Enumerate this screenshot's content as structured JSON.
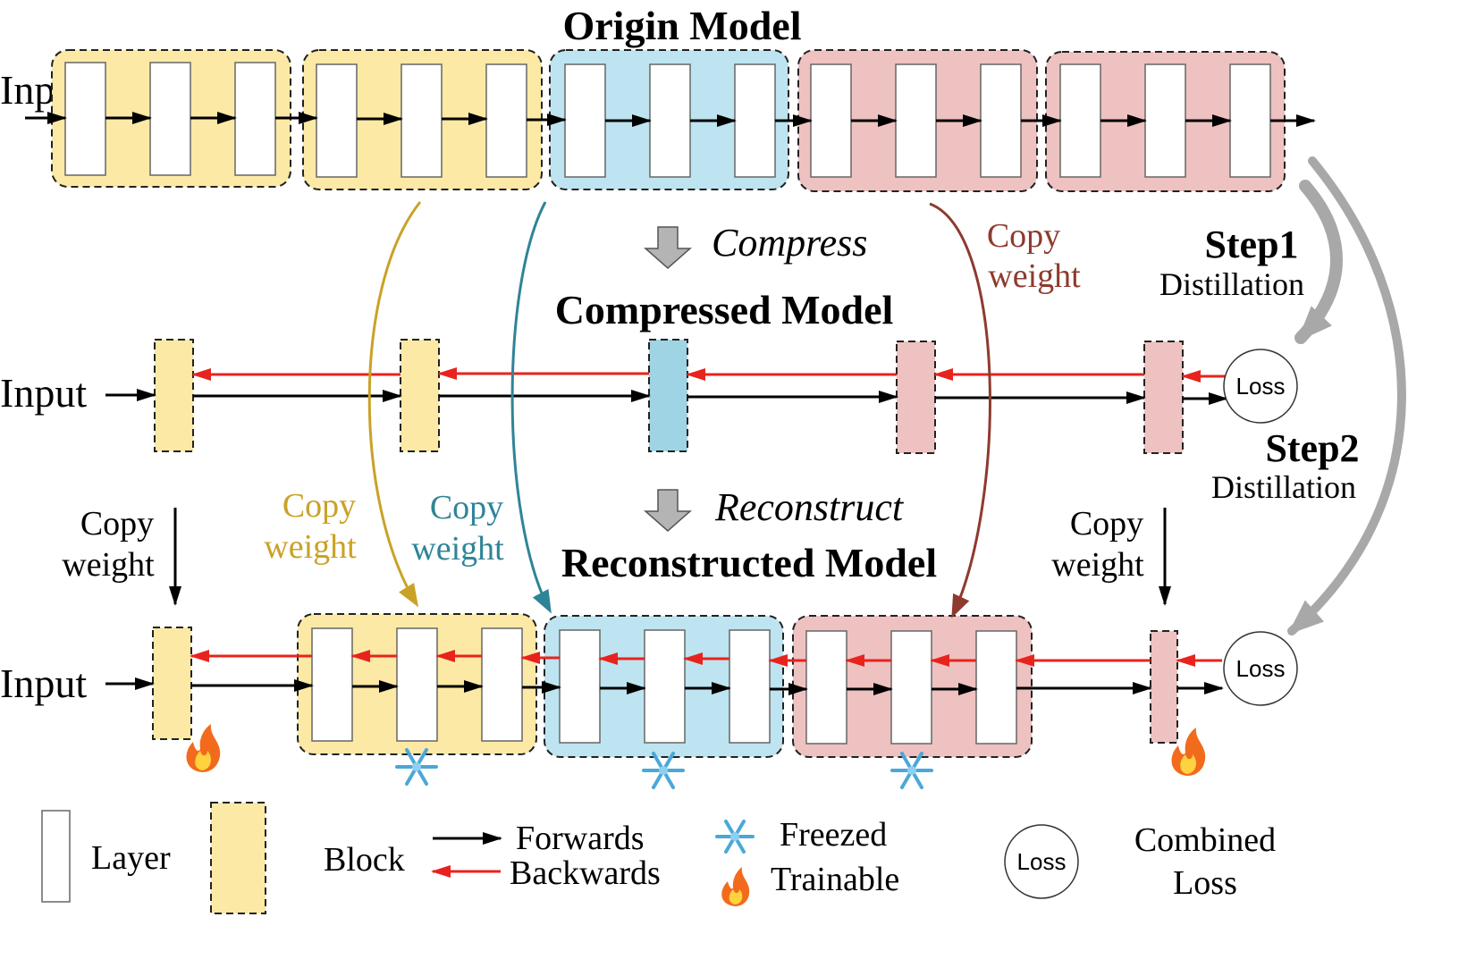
{
  "titles": {
    "origin": "Origin Model",
    "compressed": "Compressed Model",
    "reconstructed": "Reconstructed Model"
  },
  "ops": {
    "compress": "Compress",
    "reconstruct": "Reconstruct"
  },
  "input_label": "Input",
  "loss_label": "Loss",
  "copy": {
    "line1": "Copy",
    "line2": "weight"
  },
  "steps": {
    "step1": "Step1",
    "step1_sub": "Distillation",
    "step2": "Step2",
    "step2_sub": "Distillation"
  },
  "legend": {
    "layer": "Layer",
    "block": "Block",
    "forwards": "Forwards",
    "backwards": "Backwards",
    "freezed": "Freezed",
    "trainable": "Trainable",
    "combined_line1": "Combined",
    "combined_line2": "Loss"
  },
  "colors": {
    "yellow_fill": "#fbe9a5",
    "blue_fill": "#bde4f0",
    "red_fill": "#eec2c0",
    "blue_layer": "#9fd4e5",
    "forward": "#000000",
    "backward": "#e8231d",
    "copy_yellow": "#c9a227",
    "copy_blue": "#2f8497",
    "copy_red": "#8e3a2e",
    "step_arrow": "#a8a8a8"
  }
}
